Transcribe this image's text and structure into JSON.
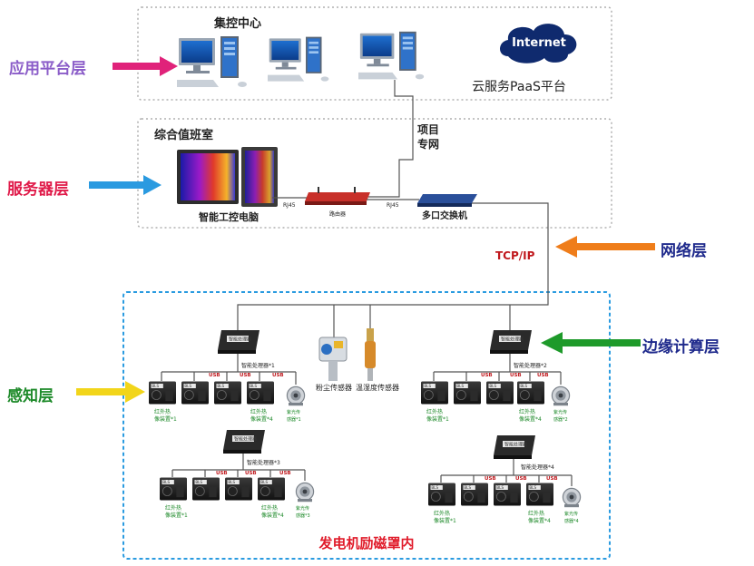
{
  "layers": {
    "app": {
      "label": "应用平台层",
      "color": "#8a5cc8",
      "arrow_color": "#e0227a"
    },
    "server": {
      "label": "服务器层",
      "color": "#e01b4a",
      "arrow_color": "#2a9ae0"
    },
    "network": {
      "label": "网络层",
      "color": "#1f2a8c",
      "arrow_color": "#ef7d1a"
    },
    "edge": {
      "label": "边缘计算层",
      "color": "#1f2a8c",
      "arrow_color": "#1e9a2a"
    },
    "sense": {
      "label": "感知层",
      "color": "#1e8a2a",
      "arrow_color": "#f2d51a"
    }
  },
  "app_zone": {
    "title": "集控中心",
    "cloud_text": "Internet",
    "cloud_caption": "云服务PaaS平台"
  },
  "server_zone": {
    "title": "综合值班室",
    "private_net": [
      "项目",
      "专网"
    ],
    "ipc_label": "智能工控电脑",
    "rj45_a": "RJ45",
    "router": "路由器",
    "rj45_b": "RJ45",
    "switch": "多口交换机"
  },
  "network": {
    "protocol": "TCP/IP"
  },
  "field": {
    "title": "发电机励磁罩内",
    "dust_sensor": "粉尘传感器",
    "temp_sensor": "温湿度传感器",
    "usb": "USB",
    "processors": [
      {
        "label": "智能处理器*1",
        "ir_left": [
          "红外热",
          "像装置*1"
        ],
        "ir_right": [
          "红外热",
          "像装置*4"
        ],
        "uv": [
          "紫光传",
          "感器*1"
        ]
      },
      {
        "label": "智能处理器*2",
        "ir_left": [
          "红外热",
          "像装置*1"
        ],
        "ir_right": [
          "红外热",
          "像装置*4"
        ],
        "uv": [
          "紫光传",
          "感器*2"
        ]
      },
      {
        "label": "智能处理器*3",
        "ir_left": [
          "红外热",
          "像装置*1"
        ],
        "ir_right": [
          "红外热",
          "像装置*4"
        ],
        "uv": [
          "紫光传",
          "感器*3"
        ]
      },
      {
        "label": "智能处理器*4",
        "ir_left": [
          "红外热",
          "像装置*1"
        ],
        "ir_right": [
          "红外热",
          "像装置*4"
        ],
        "uv": [
          "紫光传",
          "感器*4"
        ]
      }
    ]
  }
}
